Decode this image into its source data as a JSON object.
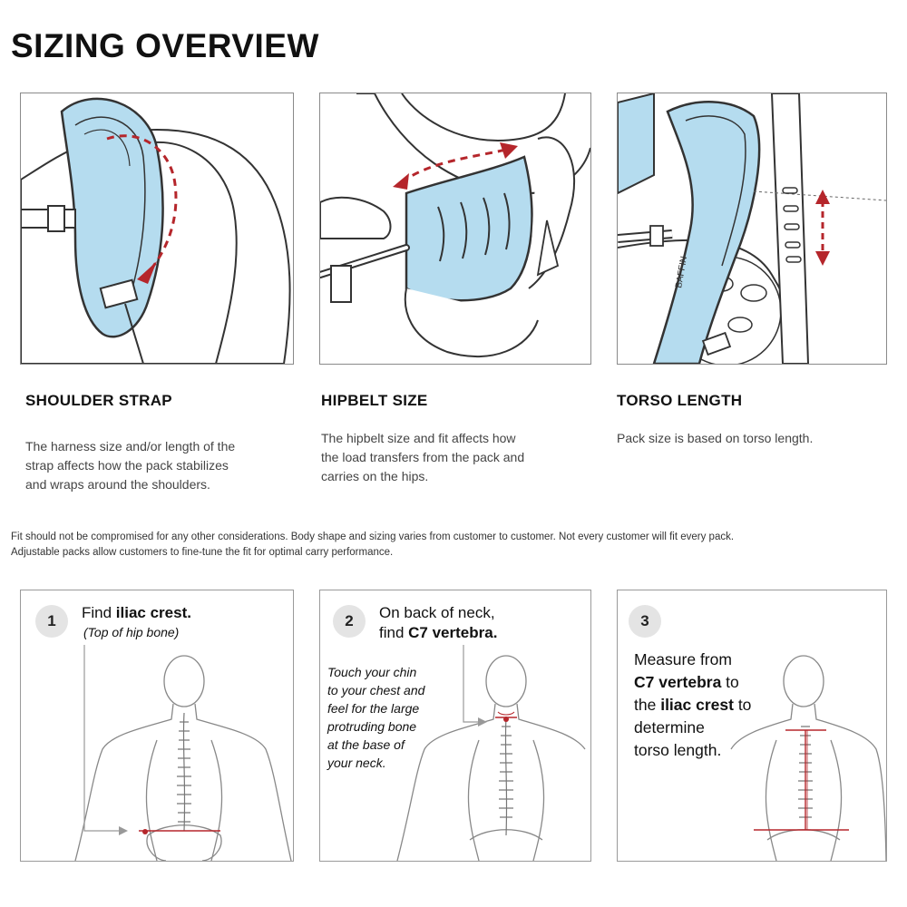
{
  "page": {
    "title": "SIZING OVERVIEW",
    "footnote_line1": "Fit should not be compromised for any other considerations. Body shape and sizing varies from customer to customer. Not every customer will fit every pack.",
    "footnote_line2": "Adjustable packs allow customers to fine-tune the fit for optimal carry performance."
  },
  "sections": [
    {
      "heading": "SHOULDER STRAP",
      "lines": [
        "The harness size and/or length of the",
        "strap affects how the pack stabilizes",
        "and wraps around the shoulders."
      ]
    },
    {
      "heading": "HIPBELT SIZE",
      "lines": [
        "The hipbelt size and fit affects how",
        "the load transfers from the pack and",
        "carries on the hips."
      ]
    },
    {
      "heading": "TORSO LENGTH",
      "lines": [
        "Pack size is based on torso length."
      ]
    }
  ],
  "steps": [
    {
      "number": "1",
      "line1_prefix": "Find ",
      "line1_bold": "iliac crest.",
      "subtitle": "(Top of hip bone)"
    },
    {
      "number": "2",
      "line1": "On back of neck,",
      "line2_prefix": "find ",
      "line2_bold": "C7 vertebra.",
      "tip": [
        "Touch your chin",
        "to your chest and",
        "feel for the large",
        "protruding bone",
        "at the base of",
        "your neck."
      ]
    },
    {
      "number": "3",
      "line1": "Measure from",
      "line2_bold": "C7 vertebra",
      "line2_suffix": " to",
      "line3_prefix": "the ",
      "line3_bold": "iliac crest",
      "line3_suffix": " to",
      "line4": "determine",
      "line5": "torso length."
    }
  ],
  "product_label": "BAFFIN",
  "colors": {
    "accent_red": "#b5262b",
    "strap_blue": "#b5dcef",
    "strap_blue_dark": "#8fc4e0",
    "outline": "#333333",
    "light_outline": "#9a9a9a"
  }
}
